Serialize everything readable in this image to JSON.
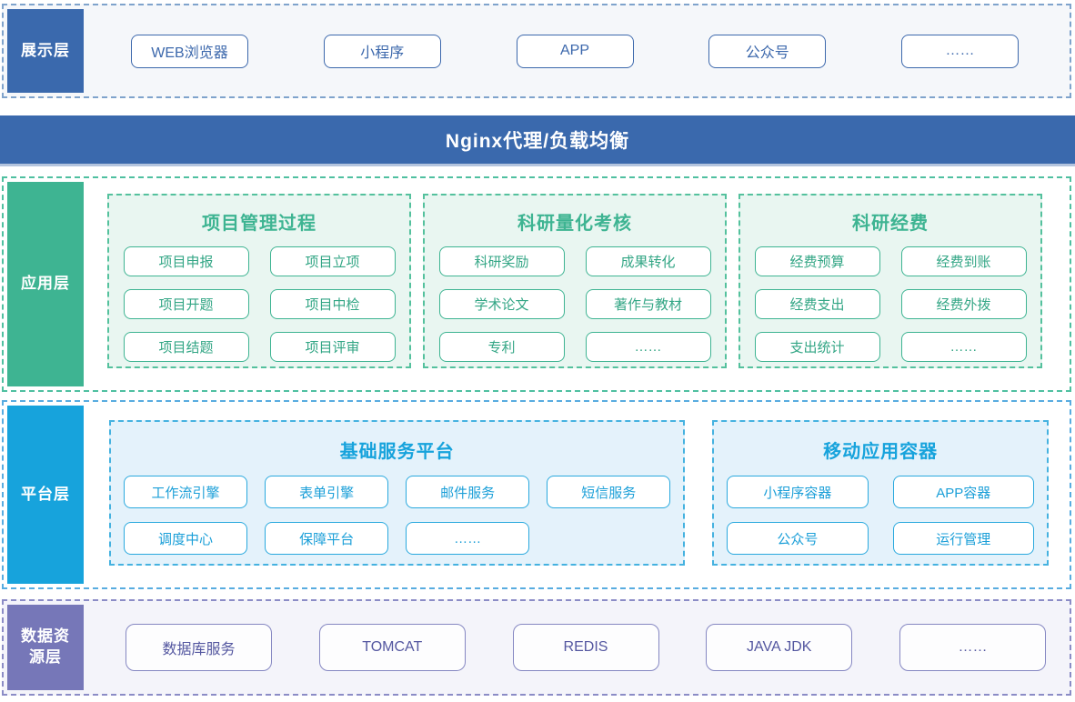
{
  "layers": {
    "presentation": {
      "label": "展示层",
      "items": [
        "WEB浏览器",
        "小程序",
        "APP",
        "公众号",
        "……"
      ]
    },
    "nginx": {
      "label": "Nginx代理/负载均衡"
    },
    "application": {
      "label": "应用层",
      "groups": [
        {
          "title": "项目管理过程",
          "items": [
            "项目申报",
            "项目立项",
            "项目开题",
            "项目中检",
            "项目结题",
            "项目评审"
          ]
        },
        {
          "title": "科研量化考核",
          "items": [
            "科研奖励",
            "成果转化",
            "学术论文",
            "著作与教材",
            "专利",
            "……"
          ]
        },
        {
          "title": "科研经费",
          "items": [
            "经费预算",
            "经费到账",
            "经费支出",
            "经费外拨",
            "支出统计",
            "……"
          ]
        }
      ]
    },
    "platform": {
      "label": "平台层",
      "groups": [
        {
          "title": "基础服务平台",
          "items": [
            "工作流引擎",
            "表单引擎",
            "邮件服务",
            "短信服务",
            "调度中心",
            "保障平台",
            "……"
          ]
        },
        {
          "title": "移动应用容器",
          "items": [
            "小程序容器",
            "APP容器",
            "公众号",
            "运行管理"
          ]
        }
      ]
    },
    "data": {
      "label": "数据资源层",
      "items": [
        "数据库服务",
        "TOMCAT",
        "REDIS",
        "JAVA JDK",
        "……"
      ]
    }
  },
  "colors": {
    "presentation_accent": "#3a69ad",
    "presentation_border": "#7fa3cc",
    "presentation_bg": "#f5f7fa",
    "nginx_bar": "#3a69ad",
    "application_accent": "#3eb492",
    "application_group_bg": "#e9f6f1",
    "platform_accent": "#17a3dc",
    "platform_group_bg": "#e4f2fb",
    "data_accent": "#7677b8",
    "data_bg": "#f4f4fa",
    "chip_bg": "#ffffff",
    "text_on_layer_label": "#ffffff"
  }
}
